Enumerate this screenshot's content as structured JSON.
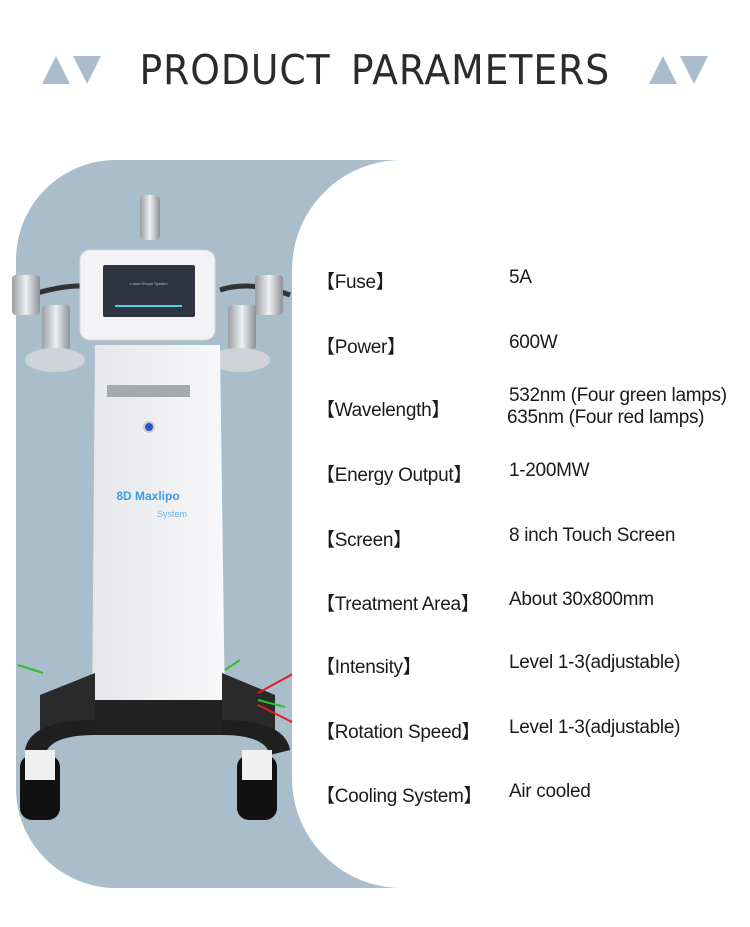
{
  "header": {
    "title": "PRODUCT  PARAMETERS"
  },
  "product": {
    "brand": "8D Maxlipo",
    "sub": "System",
    "screen_text": "Laser Shape System"
  },
  "colors": {
    "accent": "#aabdcb",
    "brand_text": "#3d9be6"
  },
  "params": [
    {
      "label": "【Fuse】",
      "value": [
        "5A"
      ]
    },
    {
      "label": "【Power】",
      "value": [
        "600W"
      ]
    },
    {
      "label": "【Wavelength】",
      "value": [
        "532nm (Four green lamps)",
        "635nm (Four red lamps)"
      ]
    },
    {
      "label": "【Energy Output】",
      "value": [
        "1-200MW"
      ]
    },
    {
      "label": "【Screen】",
      "value": [
        "8 inch Touch Screen"
      ]
    },
    {
      "label": "【Treatment Area】",
      "value": [
        "About 30x800mm"
      ]
    },
    {
      "label": "【Intensity】",
      "value": [
        "Level 1-3(adjustable)"
      ]
    },
    {
      "label": "【Rotation Speed】",
      "value": [
        "Level 1-3(adjustable)"
      ]
    },
    {
      "label": "【Cooling System】",
      "value": [
        "Air cooled"
      ]
    }
  ]
}
